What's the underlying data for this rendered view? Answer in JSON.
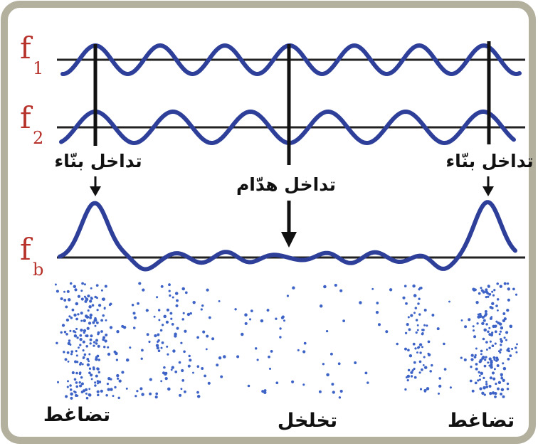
{
  "labels": {
    "f1_main": "f",
    "f1_sub": "1",
    "f2_main": "f",
    "f2_sub": "2",
    "fb_main": "f",
    "fb_sub": "b",
    "constructive_left": "تداخل بنّاء",
    "constructive_right": "تداخل بنّاء",
    "destructive": "تداخل هدّام",
    "compression_left": "تضاغط",
    "rarefaction": "تخلخل",
    "compression_right": "تضاغط"
  },
  "colors": {
    "wave": "#2e3f9a",
    "label": "#b8322c",
    "dots": "#3d63c7",
    "frame_border": "#b3b09e",
    "frame_bg": "#ffffff"
  }
}
